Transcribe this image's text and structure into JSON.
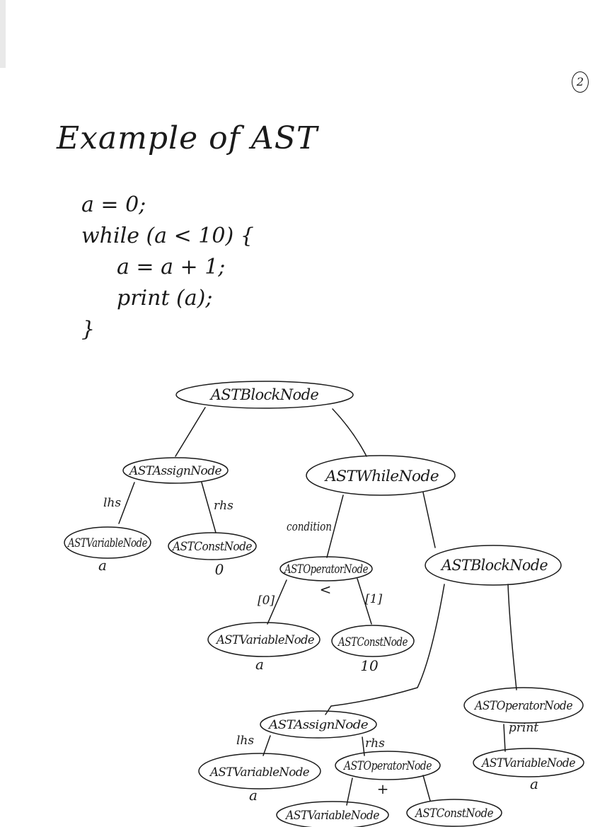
{
  "page_number": "2",
  "title": "Example of AST",
  "code_lines": [
    "a = 0;",
    "while (a < 10) {",
    "a = a + 1;",
    "print (a);",
    "}"
  ],
  "tree": {
    "nodes": {
      "root_block": "ASTBlockNode",
      "assign_1": "ASTAssignNode",
      "var_a_1": "ASTVariableNode",
      "const_0": "ASTConstNode",
      "while": "ASTWhileNode",
      "op_lt": "ASTOperatorNode",
      "var_a_2": "ASTVariableNode",
      "const_10": "ASTConstNode",
      "inner_block": "ASTBlockNode",
      "assign_2": "ASTAssignNode",
      "var_a_3": "ASTVariableNode",
      "op_plus": "ASTOperatorNode",
      "var_a_4": "ASTVariableNode",
      "const_1": "ASTConstNode",
      "op_print": "ASTOperatorNode",
      "var_a_5": "ASTVariableNode"
    },
    "edge_labels": {
      "assign_1_lhs": "lhs",
      "assign_1_rhs": "rhs",
      "while_condition": "condition",
      "op_lt_0": "[0]",
      "op_lt_1": "[1]",
      "assign_2_lhs": "lhs",
      "assign_2_rhs": "rhs"
    },
    "values": {
      "var_a_1": "a",
      "const_0": "0",
      "op_lt": "<",
      "var_a_2": "a",
      "const_10": "10",
      "var_a_3": "a",
      "op_plus": "+",
      "op_print": "print",
      "var_a_5": "a"
    }
  }
}
